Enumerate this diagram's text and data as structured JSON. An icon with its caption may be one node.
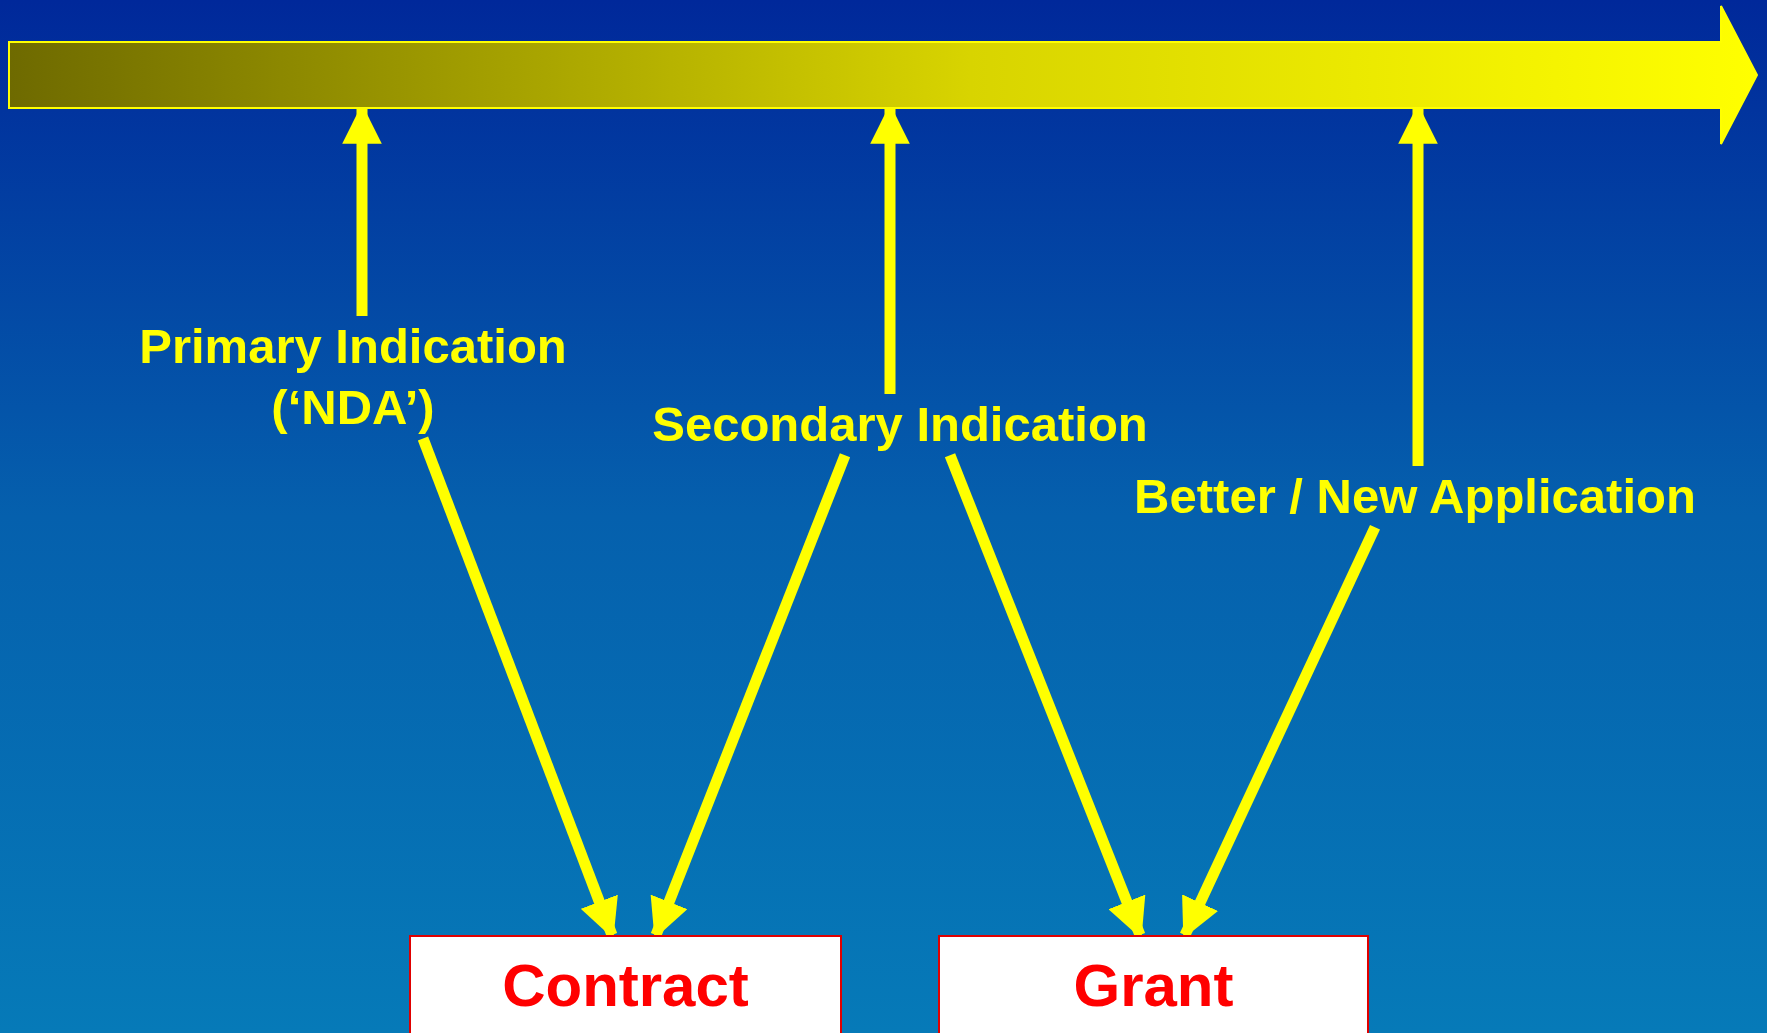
{
  "diagram": {
    "nodes": [
      {
        "text": [],
        "shape": "arrow"
      },
      {
        "text": [
          "Primary Indication (‘NDA’)"
        ]
      },
      {
        "text": [
          "Secondary Indication"
        ]
      },
      {
        "text": [
          "Better / New Application"
        ]
      },
      {
        "text": [
          "Contract"
        ]
      },
      {
        "text": [
          "Grant"
        ]
      }
    ],
    "edges": [
      {
        "from": 1,
        "to": 0,
        "arrow": "to"
      },
      {
        "from": 2,
        "to": 0,
        "arrow": "to"
      },
      {
        "from": 3,
        "to": 0,
        "arrow": "to"
      },
      {
        "from": 1,
        "to": 4,
        "arrow": "to"
      },
      {
        "from": 2,
        "to": 4,
        "arrow": "to"
      },
      {
        "from": 2,
        "to": 5,
        "arrow": "to"
      },
      {
        "from": 3,
        "to": 5,
        "arrow": "to"
      }
    ]
  }
}
